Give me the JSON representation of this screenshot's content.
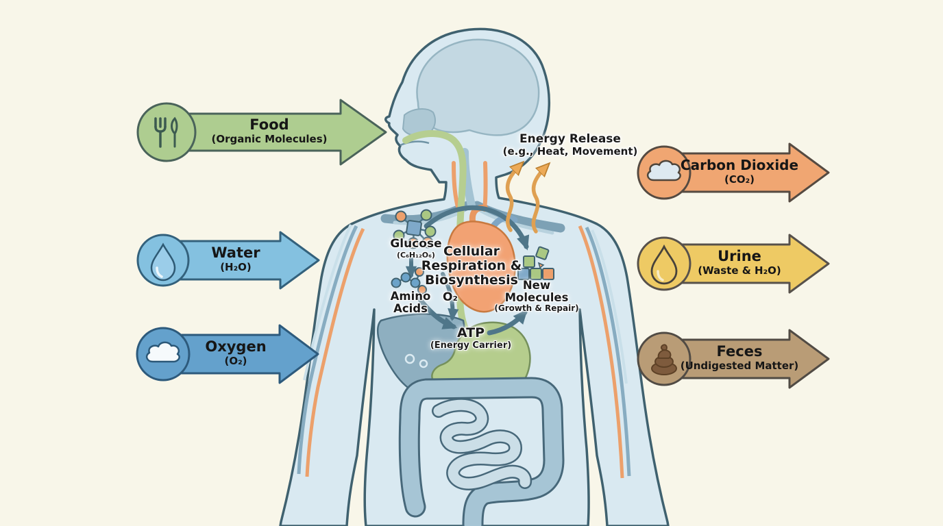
{
  "diagram": {
    "title": "Human body metabolism inputs and outputs diagram",
    "background_color": "#f8f6e9",
    "inputs": [
      {
        "label": "Food",
        "sublabel": "(Organic Molecules)",
        "fill": "#aecd90",
        "stroke": "#4a635a",
        "icon": "fork-knife-icon"
      },
      {
        "label": "Water",
        "sublabel": "(H₂O)",
        "fill": "#84c1e0",
        "stroke": "#33617c",
        "icon": "water-drop-icon"
      },
      {
        "label": "Oxygen",
        "sublabel": "(O₂)",
        "fill": "#64a1cc",
        "stroke": "#2d5a7c",
        "icon": "oxygen-cloud-icon"
      }
    ],
    "outputs": [
      {
        "label": "Carbon Dioxide",
        "sublabel": "(CO₂)",
        "fill": "#f0a672",
        "stroke": "#554a41",
        "icon": "co2-cloud-icon"
      },
      {
        "label": "Urine",
        "sublabel": "(Waste & H₂O)",
        "fill": "#eeca64",
        "stroke": "#57514b",
        "icon": "urine-drop-icon"
      },
      {
        "label": "Feces",
        "sublabel": "(Undigested Matter)",
        "fill": "#b99c76",
        "stroke": "#514b44",
        "icon": "poop-icon"
      }
    ],
    "process": {
      "energy_release": {
        "title": "Energy Release",
        "subtitle": "(e.g., Heat, Movement)"
      },
      "glucose": {
        "title": "Glucose",
        "formula": "(C₆H₁₂O₆)",
        "icon": "glucose-molecule-icon"
      },
      "cellular_respiration": {
        "line1": "Cellular",
        "line2": "Respiration &",
        "line3": "Biosynthesis"
      },
      "amino_acids": {
        "line1": "Amino",
        "line2": "Acids",
        "icon": "amino-acid-molecule-icon"
      },
      "oxygen_in": "O₂",
      "atp": {
        "title": "ATP",
        "subtitle": "(Energy Carrier)"
      },
      "new_molecules": {
        "line1": "New",
        "line2": "Molecules",
        "subtitle": "(Growth & Repair)",
        "icon": "new-molecules-squares-icon"
      }
    },
    "body_colors": {
      "skin": "#d9e9f1",
      "outline": "#3f616f",
      "brain": "#c3d8e2",
      "heart": "#f2a273",
      "liver": "#8eafc0",
      "stomach": "#b5cd8d",
      "large_intestine": "#a6c5d5",
      "small_intestine": "#cbdee7",
      "esophagus": "#b6ce90",
      "vessel_orange": "#eca06b",
      "vessel_blue": "#87acc1",
      "flow_arrow": "#4f7689",
      "energy_arrow": "#dfa052"
    }
  }
}
